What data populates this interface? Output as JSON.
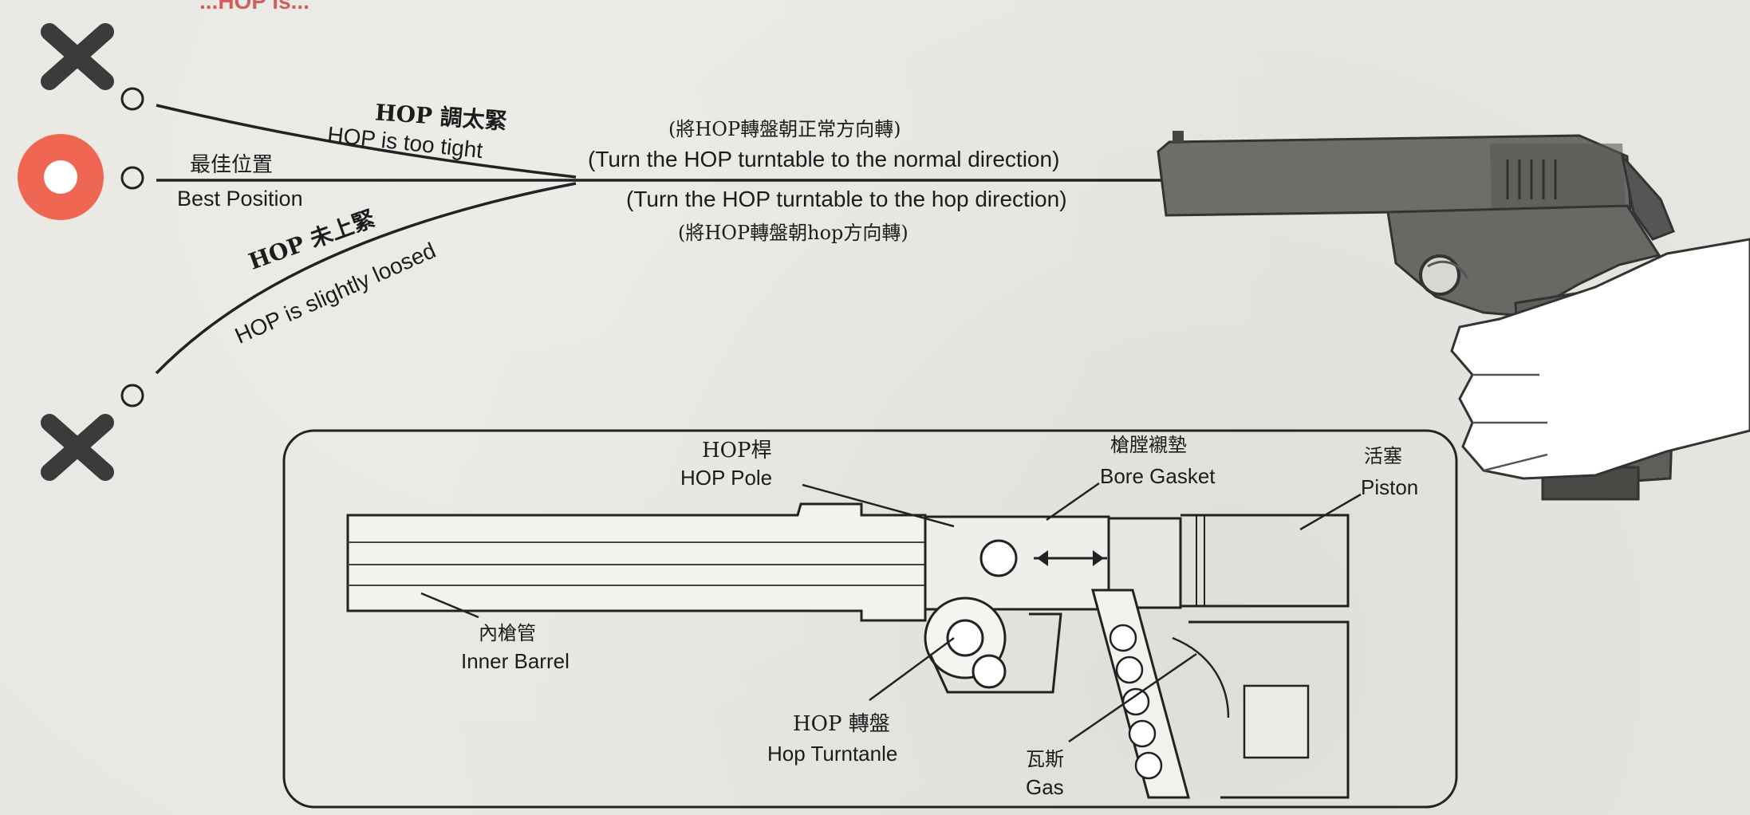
{
  "header": {
    "text": "...HOP is..."
  },
  "trajectories": {
    "top": {
      "title": "HOP 調太緊",
      "subtitle": "HOP is too tight"
    },
    "middle": {
      "title": "最佳位置",
      "subtitle": "Best Position"
    },
    "bottom": {
      "title": "HOP 未上緊",
      "subtitle": "HOP is slightly loosed"
    }
  },
  "instructions": {
    "normal_cn": "(將HOP轉盤朝正常方向轉)",
    "normal_en": "(Turn the HOP turntable to the normal direction)",
    "hop_en": "(Turn the HOP turntable to the hop direction)",
    "hop_cn": "(將HOP轉盤朝hop方向轉)"
  },
  "cutaway": {
    "hop_pole_cn": "HOP桿",
    "hop_pole_en": "HOP Pole",
    "bore_gasket_cn": "槍膛襯墊",
    "bore_gasket_en": "Bore Gasket",
    "piston_cn": "活塞",
    "piston_en": "Piston",
    "inner_barrel_cn": "內槍管",
    "inner_barrel_en": "Inner Barrel",
    "hop_turntable_cn": "HOP 轉盤",
    "hop_turntable_en": "Hop Turntanle",
    "gas_cn": "瓦斯",
    "gas_en": "Gas"
  },
  "colors": {
    "target_ring": "#ef6752",
    "miss_mark": "#3b3b3b",
    "ink": "#1c1c1c",
    "header_red": "#c9302c"
  },
  "icons": {
    "miss": "x-mark-icon",
    "target": "bullseye-icon",
    "pistol": "pistol-in-hand-illustration"
  }
}
